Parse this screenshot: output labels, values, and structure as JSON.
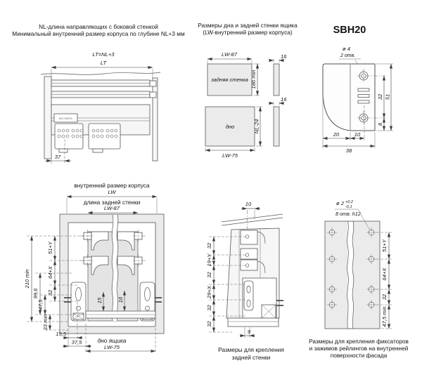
{
  "page": {
    "background": "#ffffff",
    "line_color": "#4e4e4e",
    "panel_fill": "#ebebeb"
  },
  "top_left": {
    "title_line1": "NL-длина направляющих с боковой стенкой",
    "title_line2": "Минимальный внутренний размер корпуса по глубине NL+3 мм",
    "dim_lt_formula": "LT=NL+3",
    "dim_lt": "LT",
    "dim_37": "37",
    "logo": "BOYARD"
  },
  "top_middle": {
    "title_line1": "Размеры дна и задней стенки ящика",
    "title_line2": "(LW-внутренний размер корпуса)",
    "back_wall_label": "задняя стенка",
    "back_wall_width": "LW-87",
    "back_wall_height": "186 min",
    "back_thickness": "16",
    "bottom_label": "дно",
    "bottom_depth": "NL-24",
    "bottom_width": "LW-75",
    "bottom_thickness": "16"
  },
  "top_right": {
    "model": "SBH20",
    "hole_dia": "ø 4",
    "hole_count": "2 отв.",
    "dim_32": "32",
    "dim_51": "51",
    "dim_8": "8",
    "dim_20": "20",
    "dim_10": "10",
    "dim_38": "38"
  },
  "bottom_left": {
    "label_lw_caption": "внутренний размер корпуса",
    "label_lw": "LW",
    "label_back_caption": "длина задней стенки",
    "label_back": "LW-87",
    "dim_210": "210 min",
    "dim_51y": "51+Y",
    "dim_64x": "64+X",
    "dim_32": "32",
    "dim_996": "99,6",
    "dim_475": "47,5",
    "dim_33": "33 min",
    "dim_155": "15,5",
    "dim_375": "37,5",
    "dim_15": "15",
    "dim_16": "16",
    "bottom_caption": "дно ящика",
    "bottom_width": "LW-75"
  },
  "bottom_middle": {
    "dim_10": "10",
    "dims": [
      "32",
      "19+Y",
      "32",
      "29+X",
      "32",
      "32"
    ],
    "dim_9": "9",
    "caption_line1": "Размеры для крепления",
    "caption_line2": "задней стенки"
  },
  "bottom_right": {
    "hole_dia": "ø 2",
    "tol_plus": "+0,2",
    "tol_minus": "-0,1",
    "hole_count": "8 отв. h12",
    "dim_51y": "51+Y",
    "dim_64x": "64+X",
    "dim_32": "32",
    "dim_475": "47,5 min",
    "caption_line1": "Размеры для крепления фиксаторов",
    "caption_line2": "и зажимов рейлингов на внутренней",
    "caption_line3": "поверхности фасада"
  }
}
